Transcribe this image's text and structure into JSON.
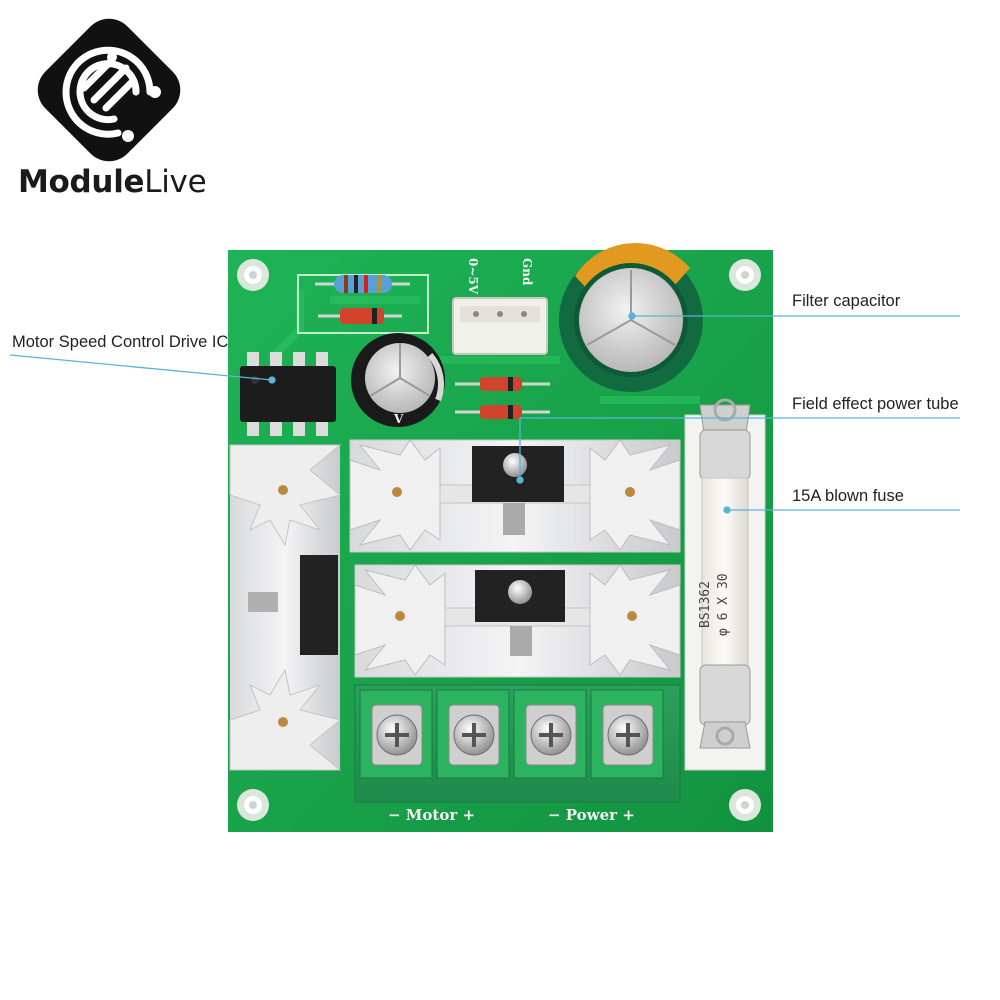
{
  "brand": {
    "logo_icon": "circuit-swirl-logo",
    "name_bold": "Module",
    "name_light": "Live",
    "color": "#111111"
  },
  "callouts": {
    "motor_ic": "Motor Speed Control Drive IC",
    "filter_cap": "Filter capacitor",
    "fet": "Field effect power tube",
    "fuse": "15A blown fuse",
    "line_color": "#5ab4d6"
  },
  "pcb": {
    "board_color": "#17a04a",
    "header_labels": {
      "signal": "0~5V",
      "gnd": "Gnd"
    },
    "terminal_labels": {
      "motor": "−  Motor  +",
      "power": "−  Power +"
    },
    "fuse_marking_1": "BS1362",
    "fuse_marking_2": "φ 6 X 30",
    "cap_marking": "V"
  }
}
